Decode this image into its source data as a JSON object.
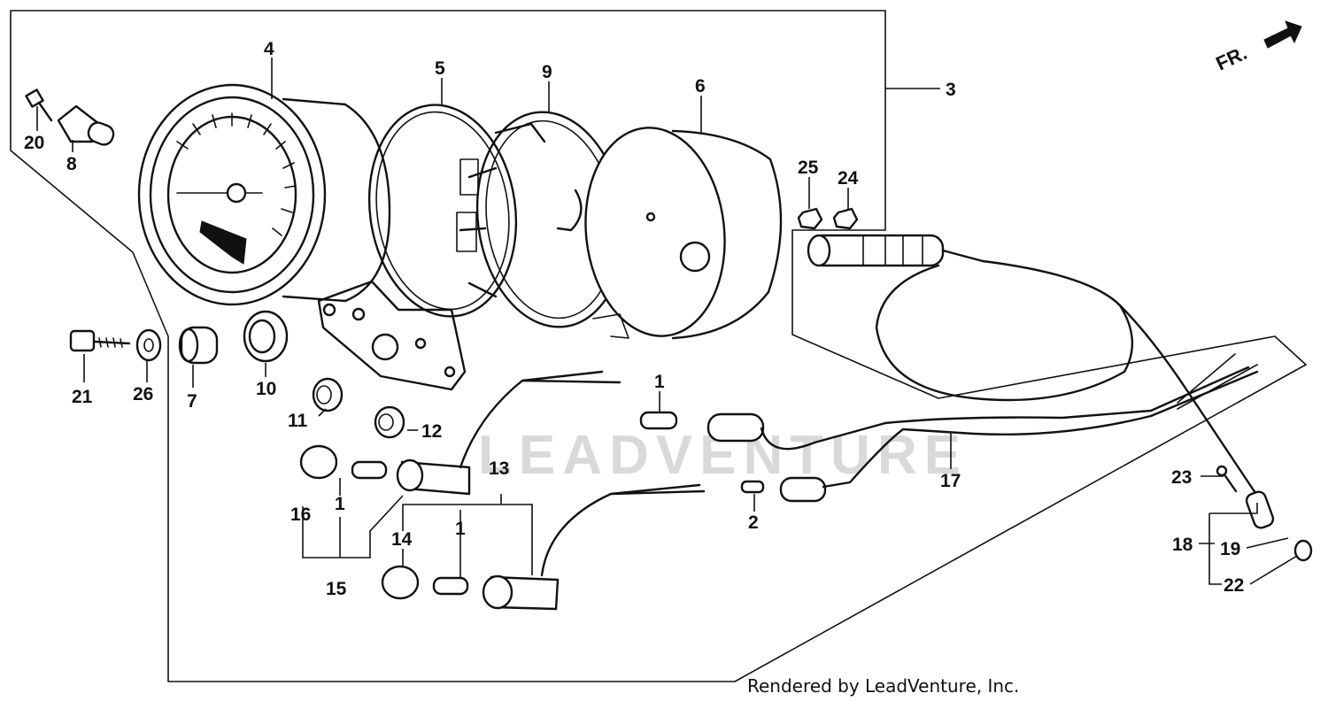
{
  "diagram": {
    "direction_marker": "FR.",
    "watermark": "LEADVENTURE",
    "credit": "Rendered by LeadVenture, Inc.",
    "callouts": {
      "c1a": "1",
      "c1b": "1",
      "c1c": "1",
      "c2": "2",
      "c3": "3",
      "c4": "4",
      "c5": "5",
      "c6": "6",
      "c7": "7",
      "c8": "8",
      "c9": "9",
      "c10": "10",
      "c11": "11",
      "c12": "12",
      "c13": "13",
      "c14": "14",
      "c15": "15",
      "c16": "16",
      "c17": "17",
      "c18": "18",
      "c19": "19",
      "c20": "20",
      "c21": "21",
      "c22": "22",
      "c23": "23",
      "c24": "24",
      "c25": "25",
      "c26": "26"
    }
  }
}
